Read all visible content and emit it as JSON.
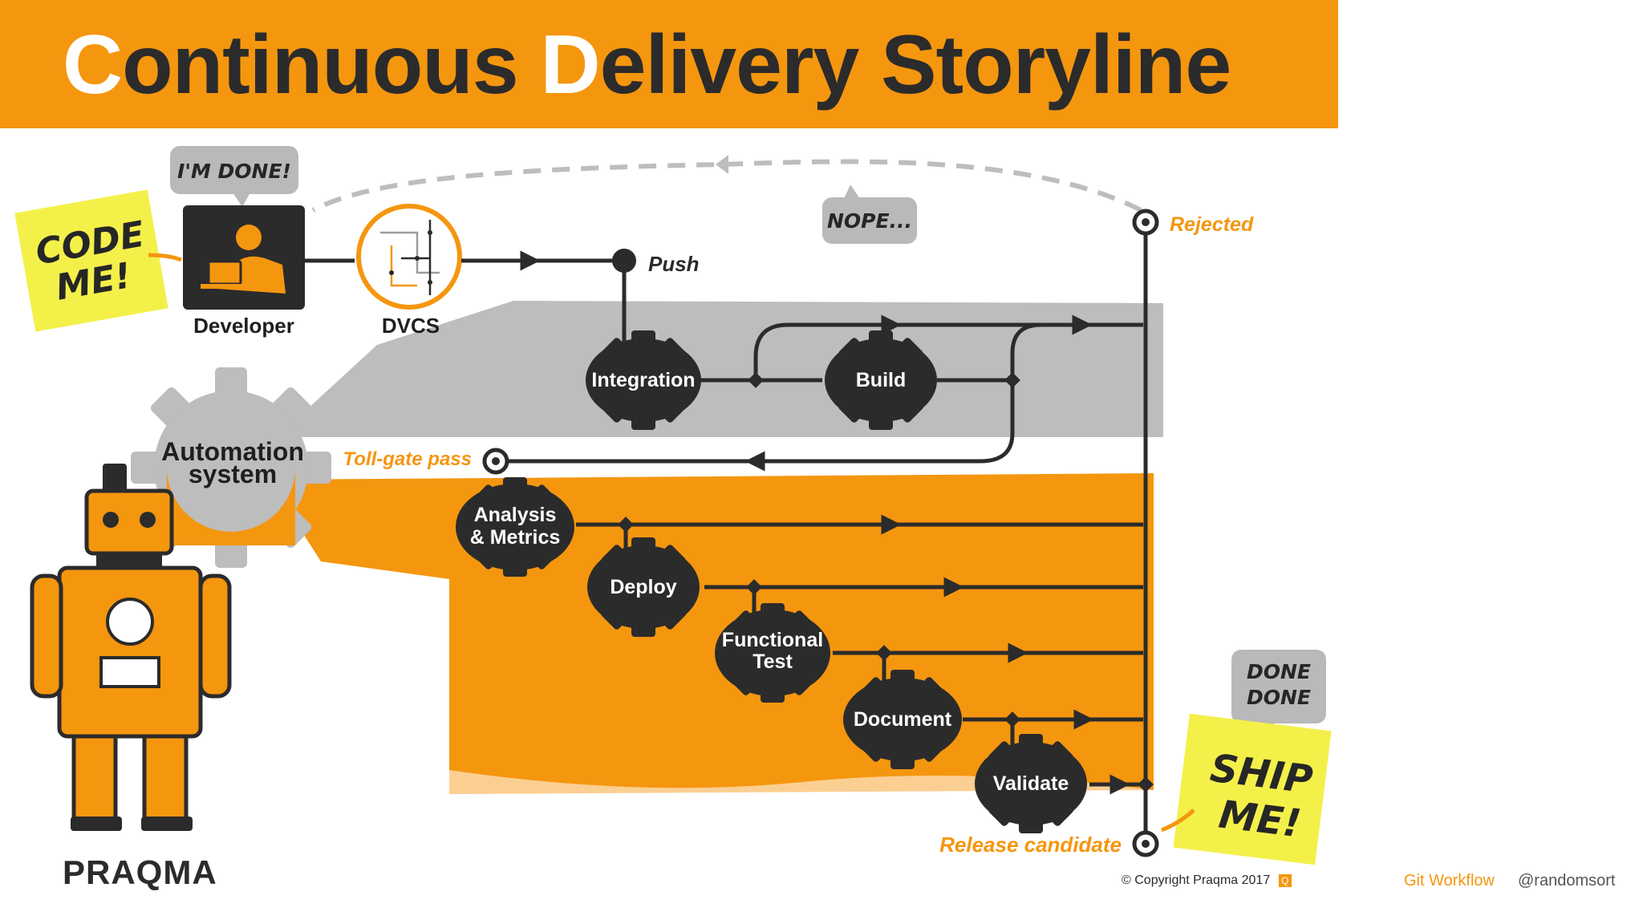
{
  "title": {
    "first_letter": "C",
    "part1": "ontinuous ",
    "second_letter": "D",
    "part2": "elivery Storyline"
  },
  "colors": {
    "accent": "#f5960f",
    "dark": "#2b2b2b",
    "gray": "#bdbdbd",
    "sticky": "#f4f04a"
  },
  "notes": {
    "code_me": [
      "CODE",
      "ME!"
    ],
    "im_done": "I'M DONE!",
    "nope": "NOPE...",
    "done_done": [
      "DONE",
      "DONE"
    ],
    "ship_me": [
      "SHIP",
      "ME!"
    ]
  },
  "nodes": {
    "developer": "Developer",
    "dvcs": "DVCS",
    "push": "Push",
    "rejected": "Rejected",
    "toll_gate": "Toll-gate pass",
    "release_candidate": "Release candidate",
    "automation": [
      "Automation",
      "system"
    ]
  },
  "gears": {
    "integration": "Integration",
    "build": "Build",
    "analysis": [
      "Analysis",
      "& Metrics"
    ],
    "deploy": "Deploy",
    "functional_test": [
      "Functional",
      "Test"
    ],
    "document": "Document",
    "validate": "Validate"
  },
  "icons": {
    "developer": "developer-laptop-icon",
    "dvcs": "branch-graph-icon",
    "robot": "robot-illustration",
    "copyright_logo": "praqma-q-icon"
  },
  "footer": {
    "brand": "PRAQMA",
    "copyright": "© Copyright Praqma 2017",
    "topic": "Git Workflow",
    "handle": "@randomsort"
  }
}
